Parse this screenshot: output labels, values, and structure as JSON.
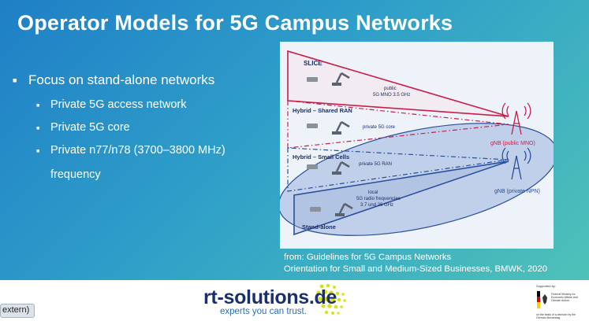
{
  "slide": {
    "title": "Operator Models for 5G Campus Networks",
    "bullet_main": "Focus on stand-alone networks",
    "sub_bullets": [
      "Private  5G access network",
      "Private 5G core",
      "Private n77/n78 (3700–3800 MHz)"
    ],
    "sub_bullet_continuation": "frequency",
    "caption_line1": "from: Guidelines for 5G Campus Networks",
    "caption_line2": "Orientation for Small and Medium-Sized Businesses, BMWK, 2020"
  },
  "figure": {
    "slice_label": "SLICE",
    "slice_text1": "public",
    "slice_text2": "5G MNO 3.5 GHz",
    "hybrid_ran_label": "Hybrid – Shared RAN",
    "hybrid_ran_text": "private 5G core",
    "hybrid_cells_label": "Hybrid – Small Cells",
    "hybrid_cells_text": "private 5G RAN",
    "standalone_label": "Stand-alone",
    "standalone_text1": "local",
    "standalone_text2": "5G radio frequencies",
    "standalone_text3": "3.7 und 26 GHz",
    "gnb_public": "gNB (public MNO)",
    "gnb_private": "gNB (private NPN)"
  },
  "footer": {
    "extern_label": "extern)",
    "logo_text": "rt-solutions.de",
    "tagline": "experts you can trust.",
    "supported_by": "Supported by:",
    "ministry": "Federal Ministry for Economic Affairs and Climate Action",
    "decision_basis": "on the basis of a decision by the German Bundestag"
  },
  "colors": {
    "slide_gradient_start": "#1f7fc6",
    "slide_gradient_end": "#4ec2b8",
    "public_red": "#c81e4b",
    "private_blue": "#2a4f9c",
    "logo_navy": "#1b2f6e",
    "logo_dots": "#d7e21a"
  }
}
